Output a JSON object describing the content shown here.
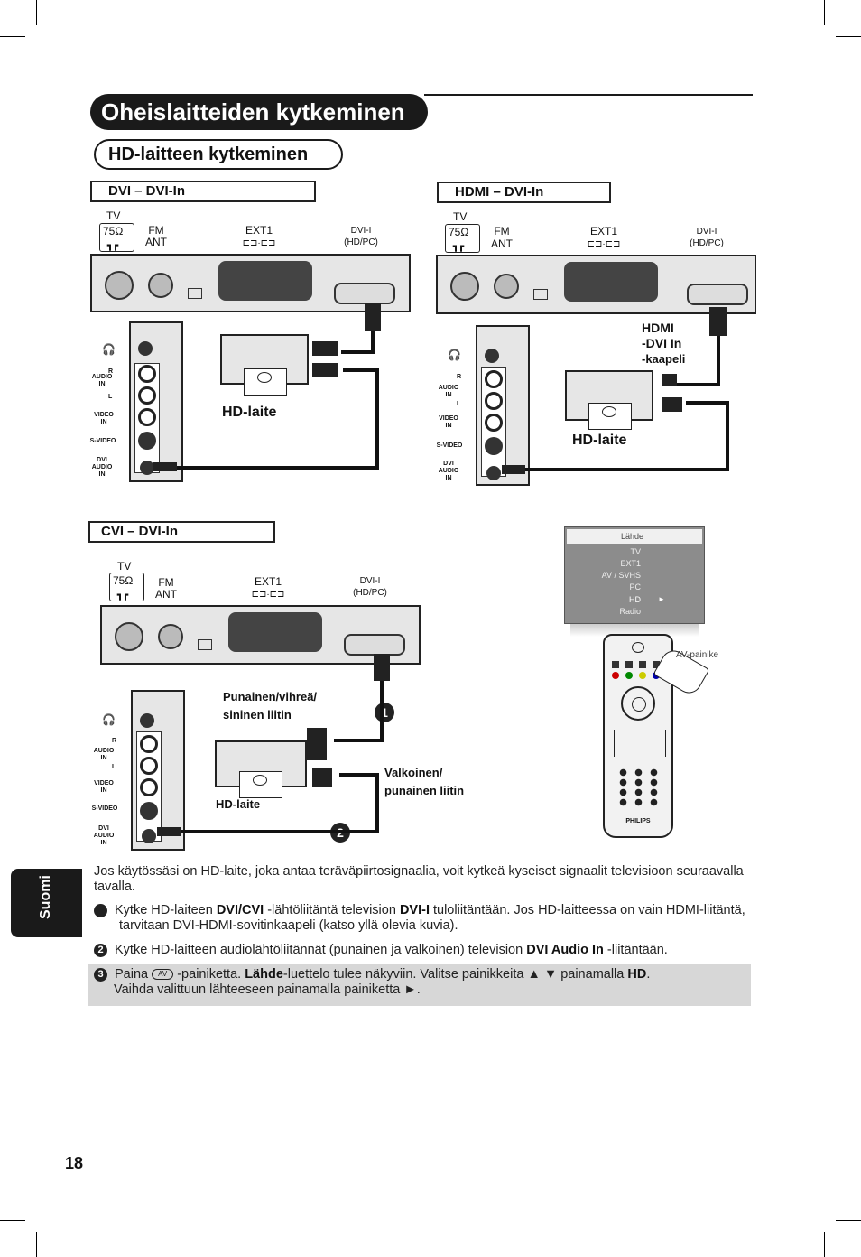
{
  "page": {
    "title": "Oheislaitteiden kytkeminen",
    "subtitle": "HD-laitteen kytkeminen",
    "page_number": "18",
    "side_tab": "Suomi"
  },
  "sections": {
    "dvi": "DVI – DVI-In",
    "hdmi": "HDMI – DVI-In",
    "cvi": "CVI – DVI-In"
  },
  "connectors": {
    "tv": "TV",
    "ohm": "75Ω",
    "fm": "FM",
    "ant": "ANT",
    "ext1": "EXT1",
    "dvi": "DVI-I",
    "dvi_sub": "(HD/PC)"
  },
  "side_labels": {
    "audio": "AUDIO",
    "in": "IN",
    "r": "R",
    "l": "L",
    "video": "VIDEO",
    "svideo": "S-VIDEO",
    "dvi": "DVI"
  },
  "device_label": "HD-laite",
  "hdmi_cable": {
    "line1": "HDMI",
    "line2": "-DVI In",
    "line3": "-kaapeli"
  },
  "cvi_labels": {
    "rgb_line1": "Punainen/vihreä/",
    "rgb_line2": "sininen liitin",
    "wr_line1": "Valkoinen/",
    "wr_line2": "punainen liitin",
    "n1": "1",
    "n2": "2"
  },
  "menu": {
    "header": "Lähde",
    "items": [
      "TV",
      "EXT1",
      "AV / SVHS",
      "PC",
      "HD",
      "Radio"
    ],
    "selected": "HD"
  },
  "remote": {
    "av_label": "AV-painike",
    "brand": "PHILIPS"
  },
  "text": {
    "intro": "Jos käytössäsi on HD-laite, joka antaa teräväpiirtosignaalia, voit kytkeä kyseiset signaalit televisioon seuraavalla tavalla.",
    "s1_a": "Kytke HD-laiteen ",
    "s1_b": "DVI/CVI",
    "s1_c": " -lähtöliitäntä television ",
    "s1_d": "DVI-I",
    "s1_e": " tuloliitäntään. Jos HD-laitteessa on vain HDMI-liitäntä, tarvitaan DVI-HDMI-sovitinkaapeli (katso yllä olevia kuvia).",
    "s2_a": "Kytke HD-laitteen audiolähtöliitännät (punainen ja valkoinen) television ",
    "s2_b": "DVI Audio In",
    "s2_c": " -liitäntään.",
    "s3_a": "Paina ",
    "s3_key": "AV",
    "s3_b": " -painiketta. ",
    "s3_c": "Lähde",
    "s3_d": "-luettelo tulee näkyviin. Valitse painikkeita ▲ ▼ painamalla ",
    "s3_e": "HD",
    "s3_f": ".",
    "s3_g": "Vaihda valittuun lähteeseen painamalla painiketta ►."
  }
}
